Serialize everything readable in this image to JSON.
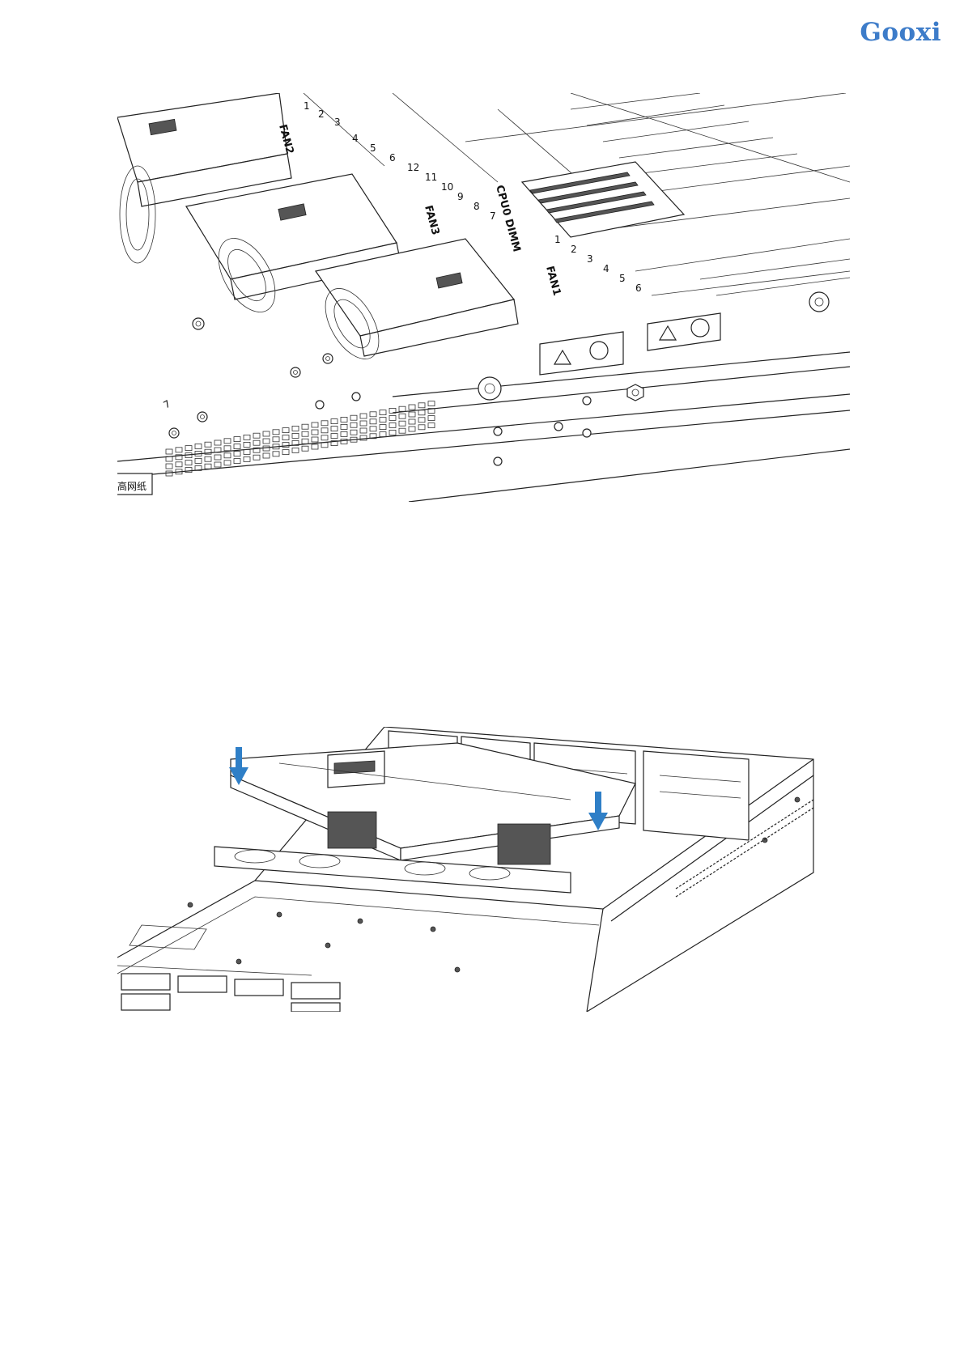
{
  "header": {
    "logo_text": "Gooxi"
  },
  "colors": {
    "brand": "#3d7cc9",
    "arrow": "#2f7fc7"
  },
  "figure1": {
    "labels": {
      "fan_group_2": "FAN2",
      "fan_group_3": "FAN3",
      "fan_group_1": "FAN1",
      "dimm": "CPU0 DIMM",
      "num_left": "7",
      "sticker_corner": "高网纸"
    },
    "fan_numbers_top": [
      "1",
      "2",
      "3",
      "4",
      "5",
      "6",
      "12",
      "11",
      "10",
      "9",
      "8",
      "7"
    ],
    "fan_numbers_bottom": [
      "1",
      "2",
      "3",
      "4",
      "5",
      "6"
    ]
  },
  "figure2": {
    "arrows": [
      "arrow-left-down",
      "arrow-right-down"
    ]
  }
}
